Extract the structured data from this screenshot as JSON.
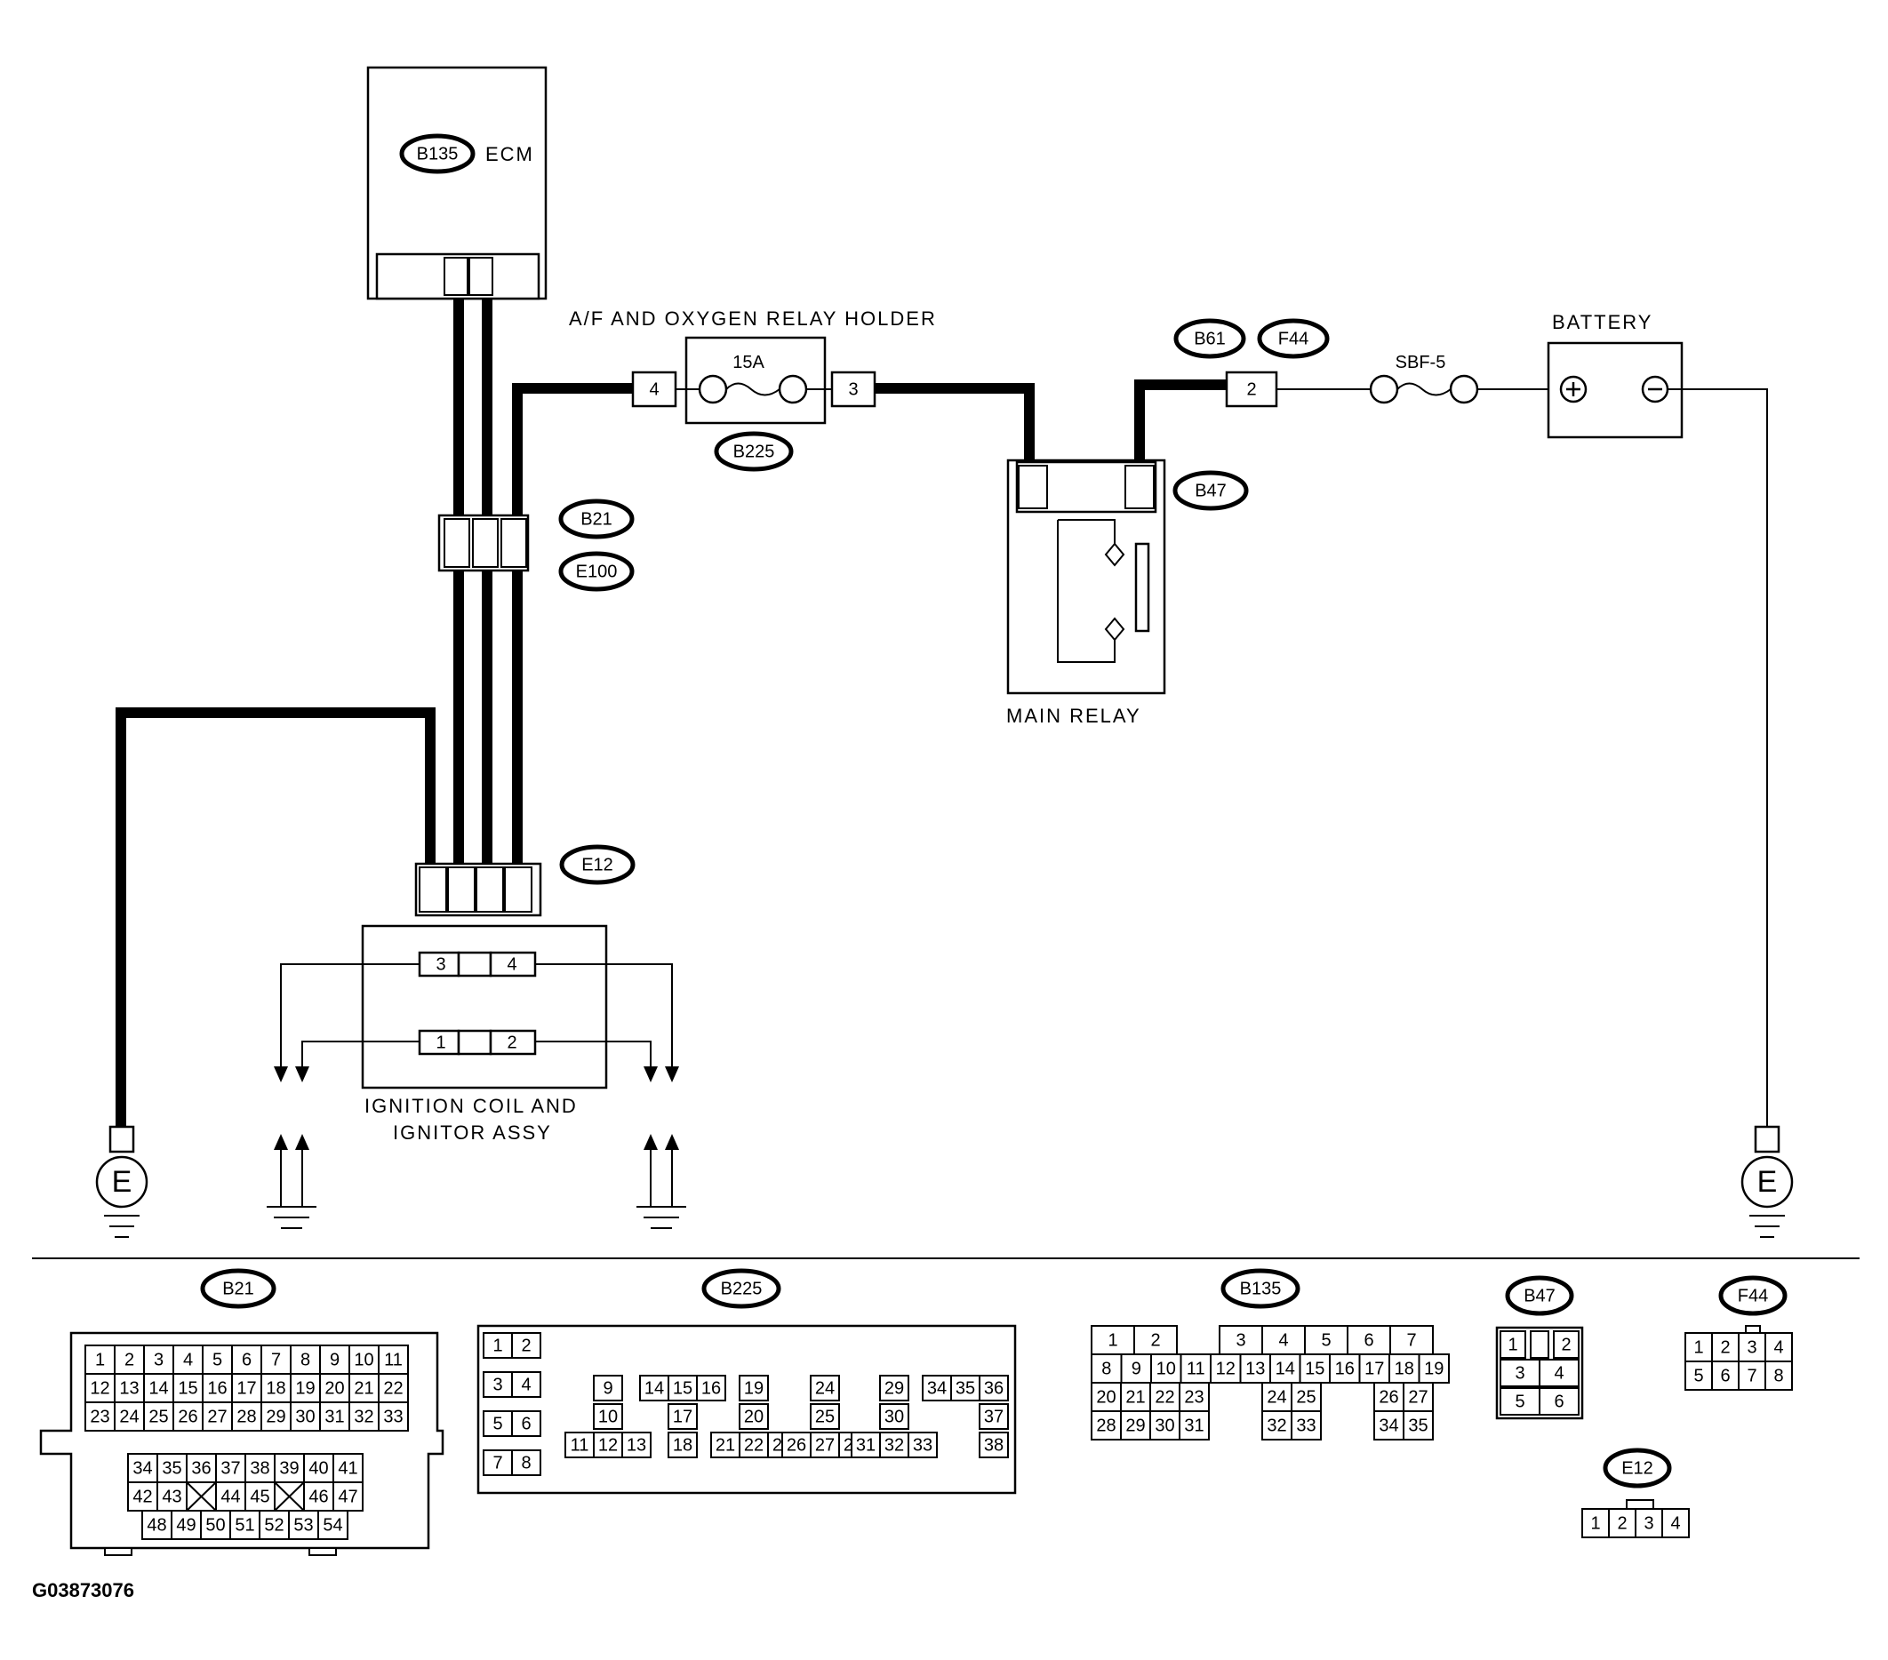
{
  "components": {
    "ecm": {
      "connector": "B135",
      "name": "ECM"
    },
    "relay_holder": {
      "title": "A/F AND OXYGEN RELAY HOLDER",
      "fuse": "15A",
      "connector": "B225",
      "pin_left": "4",
      "pin_right": "3"
    },
    "main_relay": {
      "name": "MAIN RELAY",
      "connector": "B47"
    },
    "battery": {
      "name": "BATTERY",
      "fuse": "SBF-5",
      "connector_a": "B61",
      "connector_b": "F44",
      "pin": "2"
    },
    "joint": {
      "upper": "B21",
      "lower": "E100"
    },
    "ignition": {
      "connector": "E12",
      "name_line1": "IGNITION COIL AND",
      "name_line2": "IGNITOR ASSY",
      "pins_top": [
        "3",
        "4"
      ],
      "pins_bottom": [
        "1",
        "2"
      ]
    },
    "ground_symbol": "E"
  },
  "connector_views": {
    "B21": {
      "label": "B21",
      "rows_top": [
        [
          "1",
          "2",
          "3",
          "4",
          "5",
          "6",
          "7",
          "8",
          "9",
          "10",
          "11"
        ],
        [
          "12",
          "13",
          "14",
          "15",
          "16",
          "17",
          "18",
          "19",
          "20",
          "21",
          "22"
        ],
        [
          "23",
          "24",
          "25",
          "26",
          "27",
          "28",
          "29",
          "30",
          "31",
          "32",
          "33"
        ]
      ],
      "rows_bottom": [
        [
          "34",
          "35",
          "36",
          "37",
          "38",
          "39",
          "40",
          "41"
        ],
        [
          "42",
          "43",
          "",
          "44",
          "45",
          "",
          "46",
          "47"
        ],
        [
          "48",
          "49",
          "50",
          "51",
          "52",
          "53",
          "54"
        ]
      ]
    },
    "B225": {
      "label": "B225",
      "pairs": [
        [
          "1",
          "2"
        ],
        [
          "3",
          "4"
        ],
        [
          "5",
          "6"
        ],
        [
          "7",
          "8"
        ]
      ],
      "groups": [
        [
          "9",
          "10",
          "11",
          "12",
          "13"
        ],
        [
          "14",
          "15",
          "16",
          "17",
          "18"
        ],
        [
          "19",
          "20",
          "21",
          "22",
          "23"
        ],
        [
          "24",
          "25",
          "26",
          "27",
          "28"
        ],
        [
          "29",
          "30",
          "31",
          "32",
          "33"
        ],
        [
          "34",
          "35",
          "36",
          "37",
          "38"
        ]
      ]
    },
    "B135": {
      "label": "B135",
      "row1": [
        "1",
        "2",
        "",
        "3",
        "4",
        "5",
        "6",
        "7"
      ],
      "row2": [
        "8",
        "9",
        "10",
        "11",
        "12",
        "13",
        "14",
        "15",
        "16",
        "17",
        "18",
        "19"
      ],
      "row3": [
        "20",
        "21",
        "22",
        "23",
        "24",
        "25",
        "26",
        "27"
      ],
      "row4": [
        "28",
        "29",
        "30",
        "31",
        "32",
        "33",
        "34",
        "35"
      ]
    },
    "B47": {
      "label": "B47",
      "rows": [
        [
          "1",
          "2"
        ],
        [
          "3",
          "4"
        ],
        [
          "5",
          "6"
        ]
      ]
    },
    "F44": {
      "label": "F44",
      "rows": [
        [
          "1",
          "2",
          "3",
          "4"
        ],
        [
          "5",
          "6",
          "7",
          "8"
        ]
      ]
    },
    "E12": {
      "label": "E12",
      "rows": [
        [
          "1",
          "2",
          "3",
          "4"
        ]
      ]
    }
  },
  "figure_id": "G03873076"
}
